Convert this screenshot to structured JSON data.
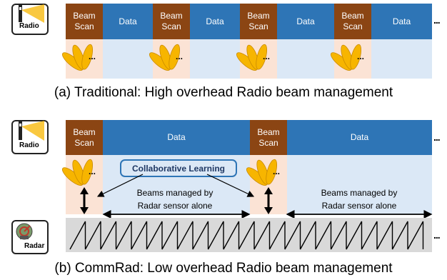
{
  "panel_a": {
    "icon_label": "Radio",
    "beam_scan_label": "Beam\nScan",
    "data_label": "Data",
    "ellipsis": "...",
    "caption": "(a) Traditional: High overhead Radio beam management"
  },
  "panel_b": {
    "radio_icon_label": "Radio",
    "radar_icon_label": "Radar",
    "beam_scan_label": "Beam\nScan",
    "data_label": "Data",
    "ellipsis": "...",
    "collab_label": "Collaborative Learning",
    "radar_note_1": "Beams managed by\nRadar sensor alone",
    "radar_note_2": "Beams managed by\nRadar sensor alone",
    "caption": "(b) CommRad: Low overhead Radio beam management"
  },
  "colors": {
    "beam_scan": "#8b4513",
    "data": "#2e75b6",
    "band_light_blue": "#dbe8f6",
    "band_light_orange": "#fbe3d5",
    "beam_lobe": "#f7b500",
    "radar_band": "#d9d9d9"
  }
}
